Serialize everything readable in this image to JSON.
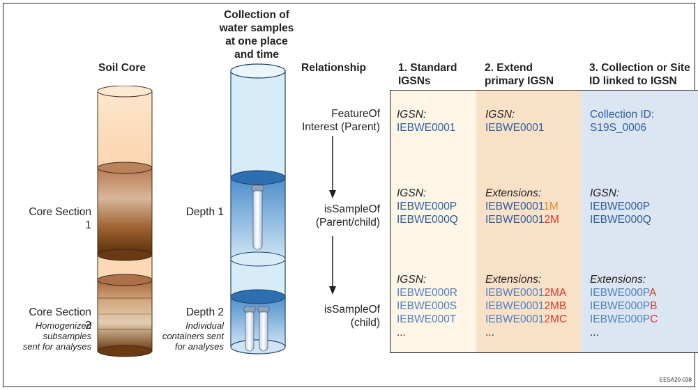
{
  "diagram": {
    "columns": {
      "soil_core": "Soil Core",
      "water_collection": [
        "Collection of",
        "water samples",
        "at one place",
        "and time"
      ],
      "relationship": "Relationship",
      "standard": [
        "1. Standard",
        "IGSNs"
      ],
      "extend": [
        "2. Extend",
        "primary IGSN"
      ],
      "collection": [
        "3. Collection or Site",
        "ID linked to IGSN"
      ]
    },
    "soil_labels": {
      "section1": "Core Section 1",
      "section2": "Core Section 2",
      "section2_note": [
        "Homogenized",
        "subsamples",
        "sent for analyses"
      ]
    },
    "water_labels": {
      "depth1": "Depth 1",
      "depth2": "Depth 2",
      "depth2_note": [
        "Individual",
        "containers sent",
        "for analyses"
      ]
    },
    "relationships": {
      "level1": [
        "FeatureOf",
        "Interest (Parent)"
      ],
      "level2": [
        "isSampleOf",
        "(Parent/child)"
      ],
      "level3": [
        "isSampleOf",
        "(child)"
      ]
    },
    "table": {
      "standard": {
        "row1": {
          "label": "IGSN:",
          "ids": [
            "IEBWE0001"
          ]
        },
        "row2": {
          "label": "IGSN:",
          "ids": [
            "IEBWE000P",
            "IEBWE000Q"
          ]
        },
        "row3": {
          "label": "IGSN:",
          "ids": [
            "IEBWE000R",
            "IEBWE000S",
            "IEBWE000T",
            "..."
          ]
        }
      },
      "extend": {
        "row1": {
          "label": "IGSN:",
          "ids": [
            "IEBWE0001"
          ]
        },
        "row2": {
          "label": "Extensions:",
          "ids": [
            {
              "base": "IEBWE0001",
              "ext": "1M"
            },
            {
              "base": "IEBWE0001",
              "ext": "2M"
            }
          ]
        },
        "row3": {
          "label": "Extensions:",
          "ids": [
            {
              "base": "IEBWE0001",
              "ext": "2MA"
            },
            {
              "base": "IEBWE0001",
              "ext": "2MB"
            },
            {
              "base": "IEBWE0001",
              "ext": "2MC"
            }
          ],
          "more": "..."
        }
      },
      "collection": {
        "row1": {
          "label": "Collection ID:",
          "ids": [
            "S19S_0006"
          ]
        },
        "row2": {
          "label": "IGSN:",
          "ids": [
            "IEBWE000P",
            "IEBWE000Q"
          ]
        },
        "row3": {
          "label": "Extensions:",
          "ids": [
            {
              "base": "IEBWE000P",
              "ext": "A"
            },
            {
              "base": "IEBWE000P",
              "ext": "B"
            },
            {
              "base": "IEBWE000P",
              "ext": "C"
            }
          ],
          "more": "..."
        }
      }
    },
    "footer_code": "EESA20-038",
    "colors": {
      "standard_bg": "#fdf6e6",
      "extend_bg": "#f9e1c7",
      "collection_bg": "#dce6f3",
      "id_blue": "#2e5e9e",
      "ext_orange": "#e0892b",
      "ext_red": "#d93a2b",
      "soil_light": "#fbd9b5",
      "water_light": "#d6ecf8",
      "water_dark": "#2d6fb0"
    }
  }
}
